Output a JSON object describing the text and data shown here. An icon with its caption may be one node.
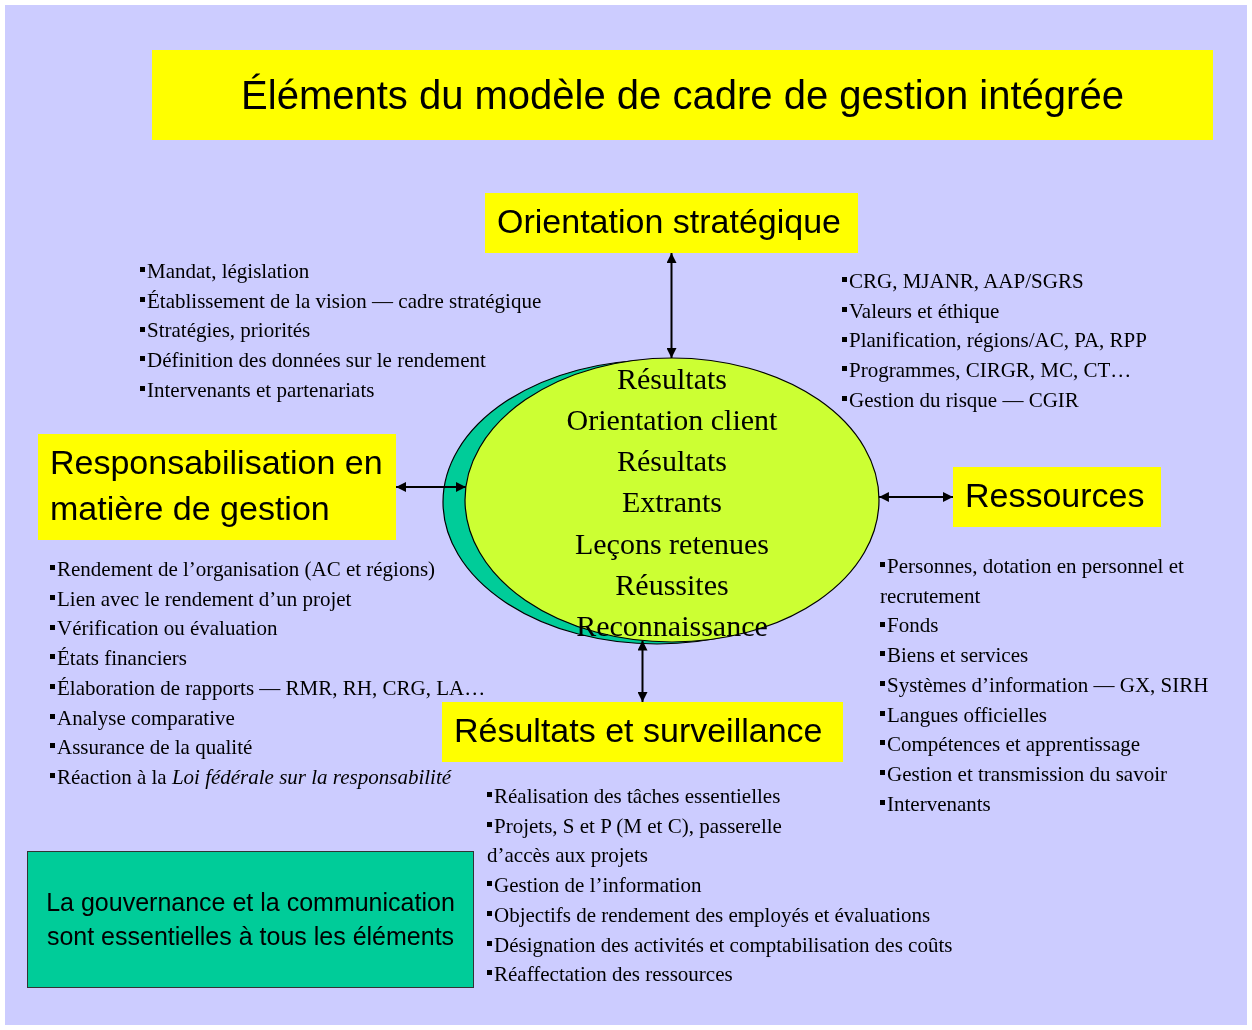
{
  "diagram": {
    "title": "Éléments du modèle de cadre de gestion intégrée",
    "nodes": [
      {
        "text": [
          "Résultats",
          "Orientation client",
          "Résultats",
          "Extrants",
          "Leçons retenues",
          "Réussites",
          "Reconnaissance"
        ]
      },
      {
        "text": [
          "Orientation stratégique"
        ]
      },
      {
        "text": [
          "Responsabilisation en matière de gestion"
        ]
      },
      {
        "text": [
          "Ressources"
        ]
      },
      {
        "text": [
          "Résultats et surveillance"
        ]
      },
      {
        "text": [
          "La gouvernance et la communication sont essentielles à tous les éléments"
        ]
      }
    ],
    "edges": [
      {
        "from": 1,
        "to": 0,
        "arrow": "both"
      },
      {
        "from": 2,
        "to": 0,
        "arrow": "both"
      },
      {
        "from": 3,
        "to": 0,
        "arrow": "both"
      },
      {
        "from": 4,
        "to": 0,
        "arrow": "both"
      }
    ],
    "labels": [
      "Mandat, législation",
      "Établissement de la vision — cadre stratégique",
      "Stratégies, priorités",
      "Définition des données sur le rendement",
      "Intervenants et partenariats",
      "CRG, MJANR, AAP/SGRS",
      "Valeurs et éthique",
      "Planification, régions/AC, PA, RPP",
      "Programmes, CIRGR, MC, CT…",
      "Gestion du risque — CGIR",
      "Rendement de l’organisation (AC et régions)",
      "Lien avec le rendement d’un projet",
      "Vérification ou évaluation",
      "États financiers",
      "Élaboration de rapports — RMR, RH, CRG, LA…",
      "Analyse comparative",
      "Assurance de la qualité",
      "Réaction à la *Loi fédérale sur la responsabilité*",
      "Personnes, dotation en personnel et recrutement",
      "Fonds",
      "Biens et services",
      "Systèmes d’information — GX, SIRH",
      "Langues officielles",
      "Compétences et apprentissage",
      "Gestion et transmission du savoir",
      "Intervenants",
      "Réalisation des tâches essentielles",
      "Projets, S et P (M et C), passerelle d’accès aux projets",
      "Gestion de l’information",
      "Objectifs de rendement des employés et évaluations",
      "Désignation des activités et comptabilisation des coûts",
      "Réaffectation des ressources"
    ]
  }
}
